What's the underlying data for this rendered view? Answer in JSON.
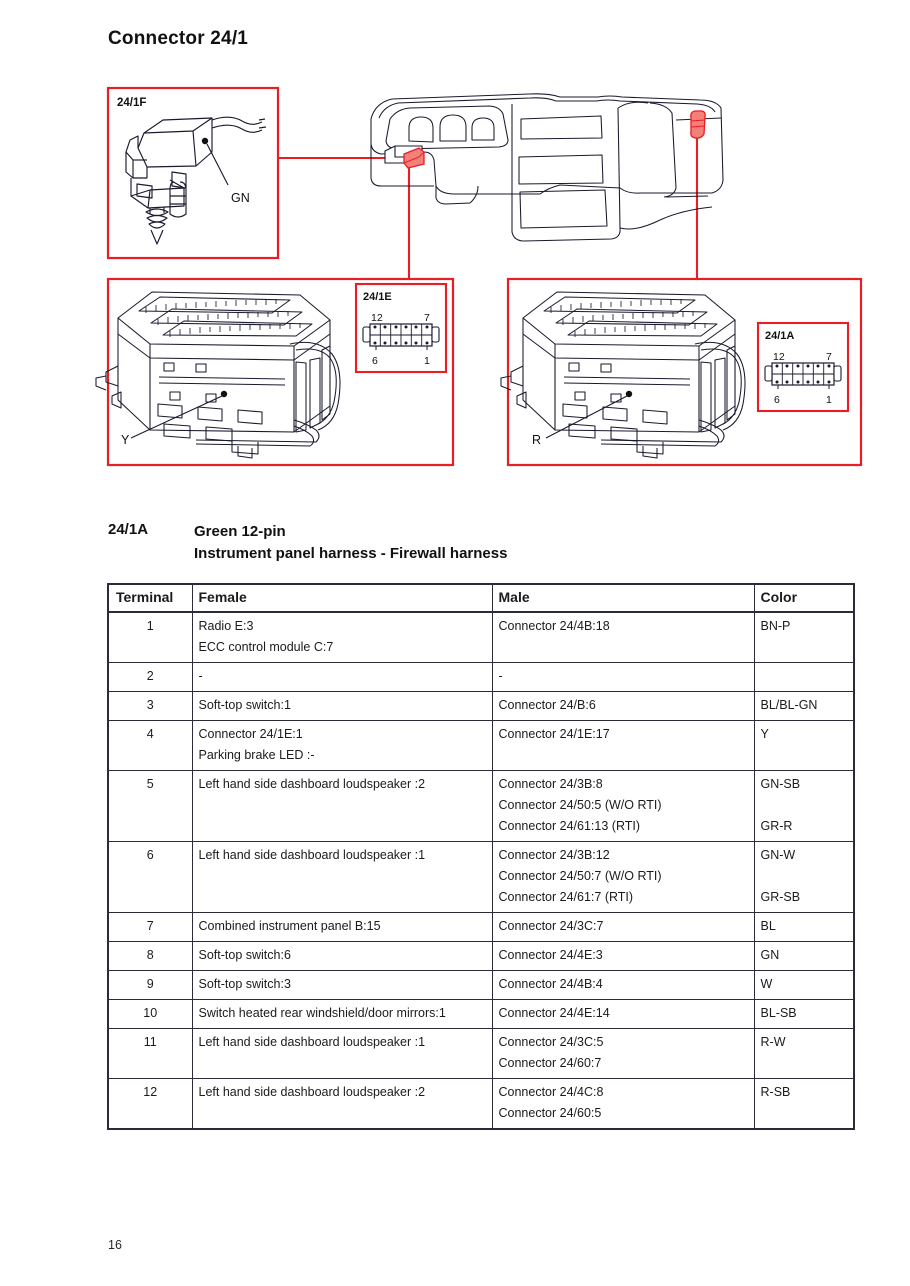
{
  "document": {
    "title": "Connector 24/1",
    "page_number": "16"
  },
  "diagram": {
    "accent_color": "#ec1c24",
    "line_color": "#1a1a2e",
    "highlight_fill": "#f4807a",
    "panels": [
      {
        "id": "panel-24-1F",
        "label": "24/1F",
        "callout": "GN"
      },
      {
        "id": "panel-24-1E",
        "label": "24/1E",
        "callout": "Y"
      },
      {
        "id": "panel-24-1A",
        "label": "24/1A",
        "callout": "R"
      }
    ],
    "pin_boxes": [
      {
        "id": "pinbox-24-1E",
        "label": "24/1E",
        "top_left_pin": "12",
        "top_right_pin": "7",
        "bottom_left_pin": "6",
        "bottom_right_pin": "1",
        "pin_count": 12,
        "columns": 6,
        "rows": 2
      },
      {
        "id": "pinbox-24-1A",
        "label": "24/1A",
        "top_left_pin": "12",
        "top_right_pin": "7",
        "bottom_left_pin": "6",
        "bottom_right_pin": "1",
        "pin_count": 12,
        "columns": 6,
        "rows": 2
      }
    ],
    "labels": {
      "p1f": "24/1F",
      "p1f_callout": "GN",
      "p1e_callout": "Y",
      "p1a_callout": "R",
      "box_1e": "24/1E",
      "box_1a": "24/1A",
      "pin_12": "12",
      "pin_7": "7",
      "pin_6": "6",
      "pin_1": "1"
    }
  },
  "spec": {
    "code": "24/1A",
    "line1": "Green 12-pin",
    "line2": "Instrument panel harness - Firewall harness"
  },
  "table": {
    "columns": [
      "Terminal",
      "Female",
      "Male",
      "Color"
    ],
    "rows": [
      {
        "terminal": "1",
        "female": [
          "Radio E:3",
          "ECC control module C:7"
        ],
        "male": [
          "Connector 24/4B:18"
        ],
        "color": [
          "BN-P"
        ]
      },
      {
        "terminal": "2",
        "female": [
          "-"
        ],
        "male": [
          "-"
        ],
        "color": [
          ""
        ]
      },
      {
        "terminal": "3",
        "female": [
          "Soft-top switch:1"
        ],
        "male": [
          "Connector 24/B:6"
        ],
        "color": [
          "BL/BL-GN"
        ]
      },
      {
        "terminal": "4",
        "female": [
          "Connector 24/1E:1",
          "Parking brake LED :-"
        ],
        "male": [
          "Connector 24/1E:17"
        ],
        "color": [
          "Y"
        ]
      },
      {
        "terminal": "5",
        "female": [
          "Left hand side dashboard loudspeaker :2"
        ],
        "male": [
          "Connector 24/3B:8",
          "Connector 24/50:5 (W/O RTI)",
          "Connector 24/61:13 (RTI)"
        ],
        "color": [
          "GN-SB",
          "",
          "GR-R"
        ]
      },
      {
        "terminal": "6",
        "female": [
          "Left hand side dashboard loudspeaker :1"
        ],
        "male": [
          "Connector 24/3B:12",
          "Connector 24/50:7 (W/O RTI)",
          "Connector 24/61:7 (RTI)"
        ],
        "color": [
          "GN-W",
          "",
          "GR-SB"
        ]
      },
      {
        "terminal": "7",
        "female": [
          "Combined instrument panel B:15"
        ],
        "male": [
          "Connector 24/3C:7"
        ],
        "color": [
          "BL"
        ]
      },
      {
        "terminal": "8",
        "female": [
          "Soft-top switch:6"
        ],
        "male": [
          "Connector 24/4E:3"
        ],
        "color": [
          "GN"
        ]
      },
      {
        "terminal": "9",
        "female": [
          "Soft-top switch:3"
        ],
        "male": [
          "Connector 24/4B:4"
        ],
        "color": [
          "W"
        ]
      },
      {
        "terminal": "10",
        "female": [
          "Switch heated rear windshield/door mirrors:1"
        ],
        "male": [
          "Connector 24/4E:14"
        ],
        "color": [
          "BL-SB"
        ]
      },
      {
        "terminal": "11",
        "female": [
          "Left hand side dashboard loudspeaker :1"
        ],
        "male": [
          "Connector 24/3C:5",
          "Connector 24/60:7"
        ],
        "color": [
          "R-W"
        ]
      },
      {
        "terminal": "12",
        "female": [
          "Left hand side dashboard loudspeaker :2"
        ],
        "male": [
          "Connector 24/4C:8",
          "Connector 24/60:5"
        ],
        "color": [
          "R-SB"
        ]
      }
    ]
  }
}
